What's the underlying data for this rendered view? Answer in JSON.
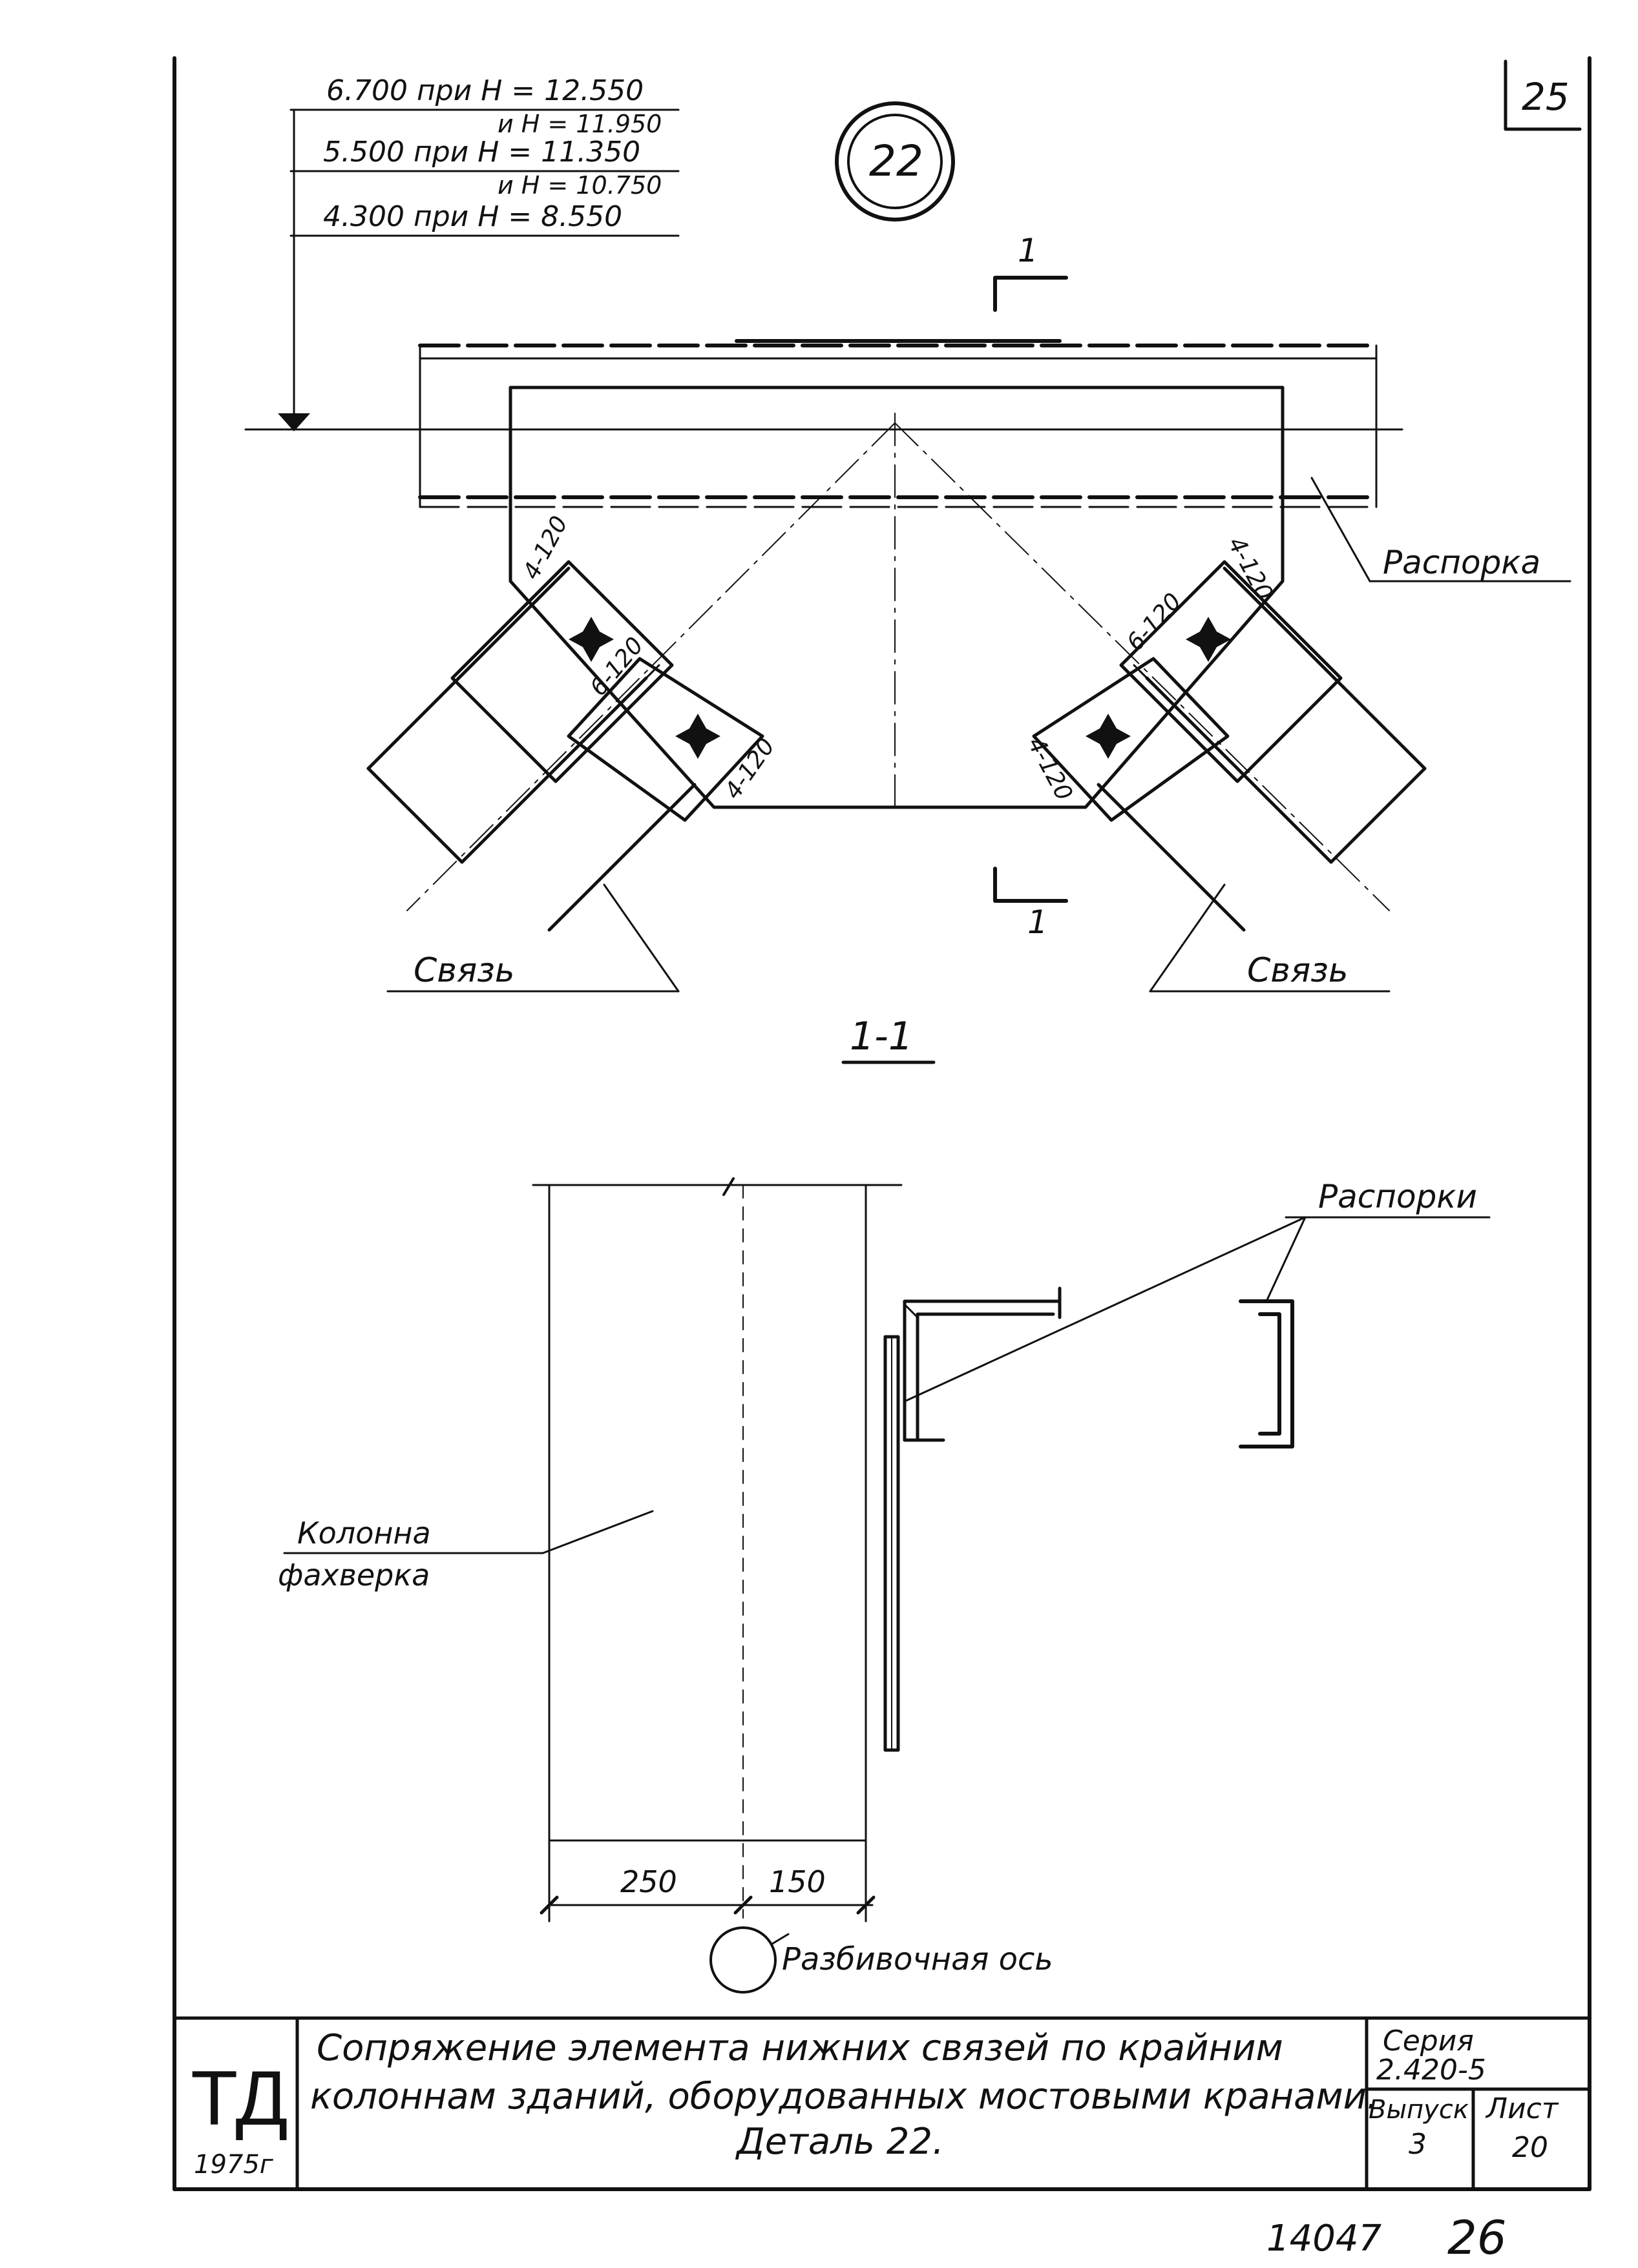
{
  "sheet": {
    "page_number": "25",
    "detail_marker": "22",
    "section_mark": "1",
    "section_title": "1-1"
  },
  "elevations": {
    "line1": "6.700  при H = 12.550",
    "line2a": "и H = 11.950",
    "line2b": "5.500  при H = 11.350",
    "line3a": "и H = 10.750",
    "line3b": "4.300  при H = 8.550"
  },
  "plan_labels": {
    "strut": "Распорка",
    "brace_left": "Связь",
    "brace_right": "Связь",
    "weld_tl_outer": "4-120",
    "weld_tl_inner": "6-120",
    "weld_tl_lower": "4-120",
    "weld_tr_outer": "4-120",
    "weld_tr_inner": "6-120",
    "weld_tr_lower": "4-120"
  },
  "section_labels": {
    "struts": "Распорки",
    "column_line1": "Колонна",
    "column_line2": "фахверка",
    "dim_left": "250",
    "dim_right": "150",
    "axis_label": "Разбивочная ось"
  },
  "title_block": {
    "logo": "ТД",
    "year": "1975г",
    "title_line1": "Сопряжение элемента нижних связей по крайним",
    "title_line2": "колоннам зданий, оборудованных мостовыми кранами.",
    "title_line3": "Деталь 22.",
    "series_label": "Серия",
    "series_value": "2.420-5",
    "issue_label": "Выпуск",
    "issue_value": "3",
    "sheet_label": "Лист",
    "sheet_value": "20"
  },
  "footer": {
    "number": "14047",
    "page": "26"
  }
}
